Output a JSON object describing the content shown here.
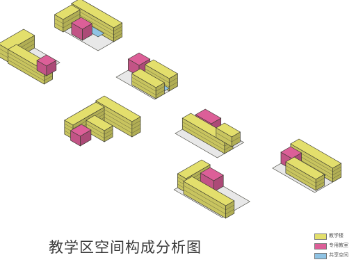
{
  "caption": "教学区空间构成分析图",
  "colors": {
    "teaching": "#e3df6c",
    "special": "#dc5f98",
    "shared": "#8fc3e4",
    "outline": "#3a3a30",
    "shadow": "#b9b550"
  },
  "legend": [
    {
      "label": "教学楼",
      "color": "#e3df6c"
    },
    {
      "label": "专用教室",
      "color": "#dc5f98"
    },
    {
      "label": "共享空间",
      "color": "#8fc3e4"
    }
  ]
}
